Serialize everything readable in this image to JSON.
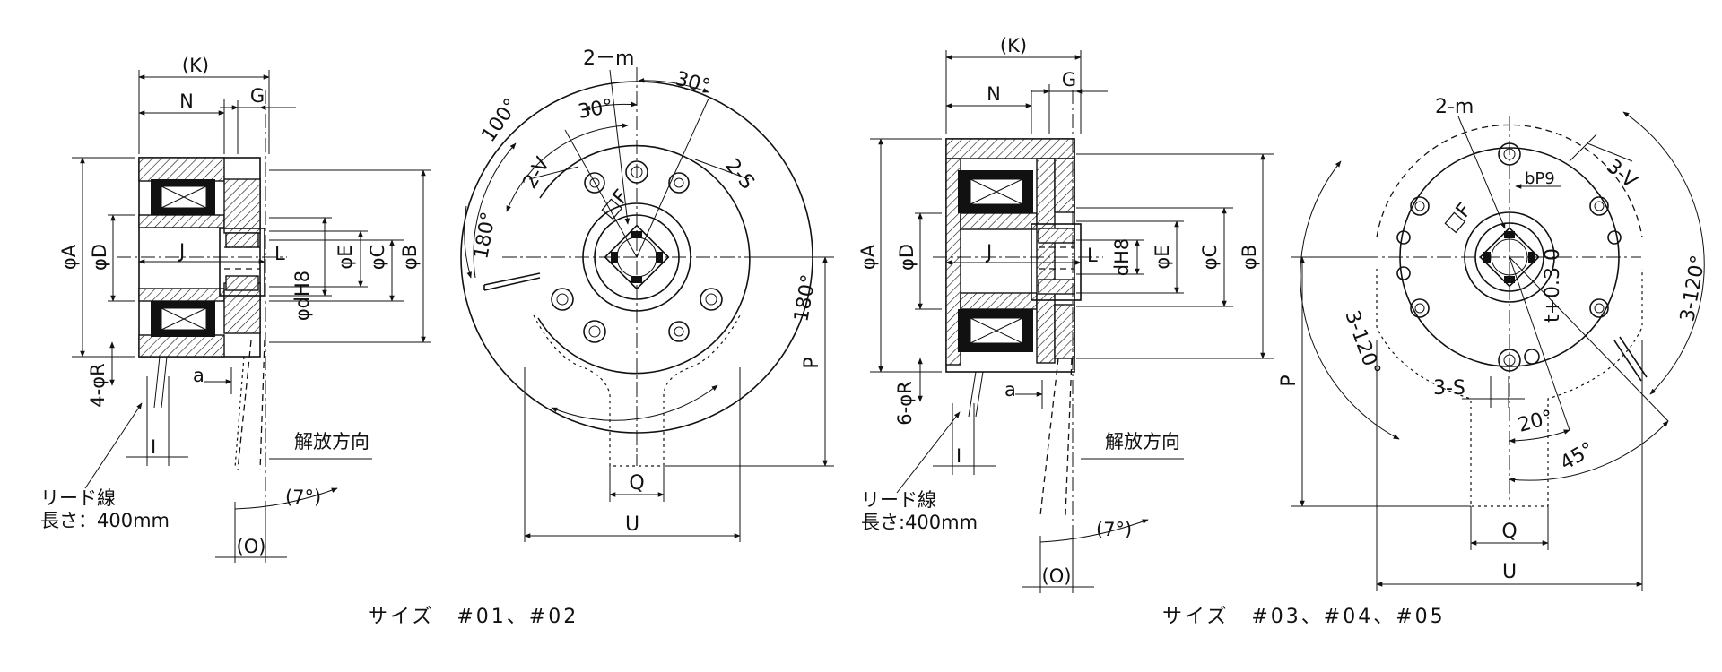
{
  "captions": {
    "left": "サイズ　#01、#02",
    "right": "サイズ　#03、#04、#05"
  },
  "left_side_view": {
    "K": "(K)",
    "N": "N",
    "G": "G",
    "J": "J",
    "L": "L",
    "phiA": "φA",
    "phiD": "φD",
    "phiE": "φE",
    "phiC": "φC",
    "phiB": "φB",
    "phidH8": "φdH8",
    "R": "4-φR",
    "a": "a",
    "I": "I",
    "O": "(O)",
    "release": "解放方向",
    "angle7": "(7°)",
    "lead1": "リード線",
    "lead2": "長さ：400mm"
  },
  "left_front_view": {
    "m": "2－m",
    "a30a": "30°",
    "a30b": "30°",
    "a100": "100°",
    "V": "2-V",
    "S": "2-S",
    "F": "□F",
    "a180l": "180°",
    "a180r": "180°",
    "P": "P",
    "Q": "Q",
    "U": "U"
  },
  "right_side_view": {
    "K": "(K)",
    "N": "N",
    "G": "G",
    "J": "J",
    "L": "L",
    "phiA": "φA",
    "phiD": "φD",
    "dH8": "dH8",
    "phiE": "φE",
    "phiC": "φC",
    "phiB": "φB",
    "R": "6-φR",
    "a": "a",
    "I": "I",
    "O": "(O)",
    "release": "解放方向",
    "angle7": "(7°)",
    "lead1": "リード線",
    "lead2": "長さ:400mm"
  },
  "right_front_view": {
    "m": "2-m",
    "bP9": "bP9",
    "V": "3-V",
    "F": "□F",
    "t": "t+0.3 0",
    "a120l": "3-120°",
    "a120r": "3-120°",
    "S": "3-S",
    "a20": "20°",
    "a45": "45°",
    "P": "P",
    "Q": "Q",
    "U": "U"
  }
}
